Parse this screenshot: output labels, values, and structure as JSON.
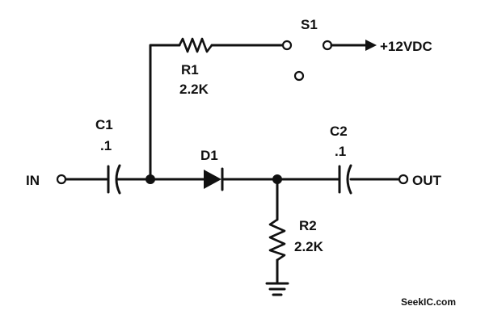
{
  "components": {
    "c1": {
      "name": "C1",
      "value": ".1"
    },
    "c2": {
      "name": "C2",
      "value": ".1"
    },
    "d1": {
      "name": "D1"
    },
    "r1": {
      "name": "R1",
      "value": "2.2K"
    },
    "r2": {
      "name": "R2",
      "value": "2.2K"
    },
    "s1": {
      "name": "S1"
    }
  },
  "terminals": {
    "input": "IN",
    "output": "OUT",
    "supply": "+12VDC"
  },
  "watermark": "SeekIC.com"
}
